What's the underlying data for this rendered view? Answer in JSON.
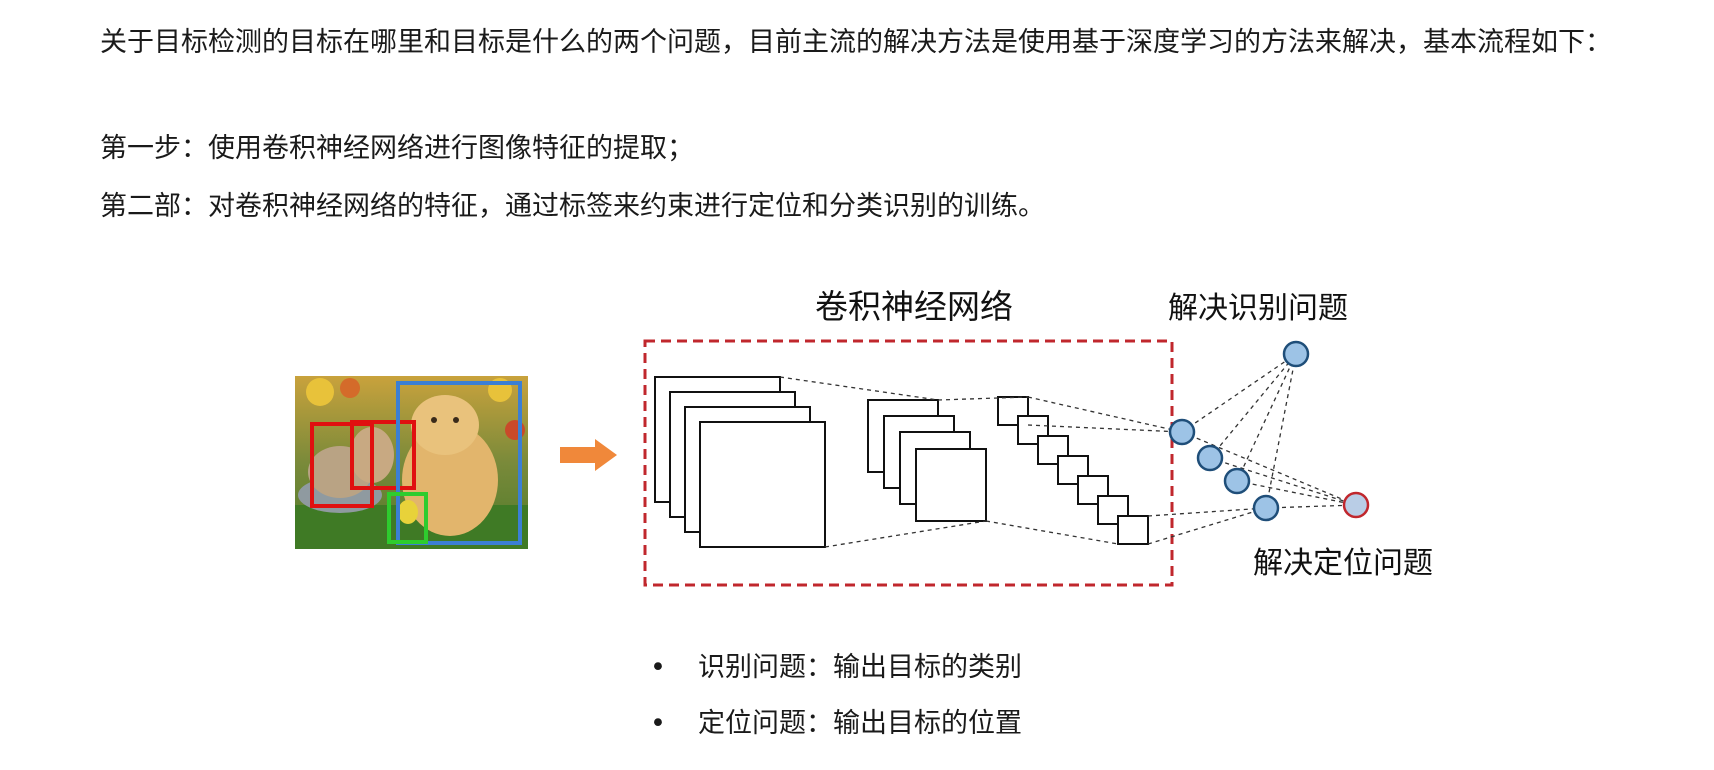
{
  "intro": {
    "paragraph": "关于目标检测的目标在哪里和目标是什么的两个问题，目前主流的解决方法是使用基于深度学习的方法来解决，基本流程如下：",
    "step1": "第一步：使用卷积神经网络进行图像特征的提取；",
    "step2": "第二部：对卷积神经网络的特征，通过标签来约束进行定位和分类识别的训练。"
  },
  "diagram": {
    "cnn_label": "卷积神经网络",
    "recognition_label": "解决识别问题",
    "localization_label": "解决定位问题",
    "colors": {
      "arrow": "#f0883a",
      "dashed_box": "#c0272d",
      "node_fill": "#9dc3e6",
      "node_stroke": "#1f4e79",
      "loc_node_stroke": "#c0272d",
      "box_red": "#e01010",
      "box_blue": "#3b7fd4",
      "box_green": "#2ecc2e"
    }
  },
  "bullets": [
    {
      "marker": "•",
      "text": "识别问题：输出目标的类别"
    },
    {
      "marker": "•",
      "text": "定位问题：输出目标的位置"
    }
  ]
}
